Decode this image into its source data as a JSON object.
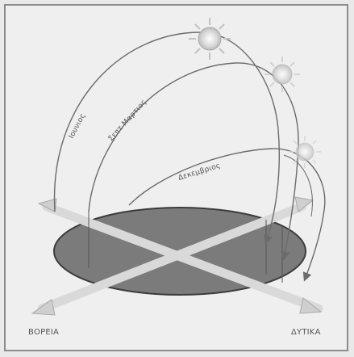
{
  "diagram": {
    "arc_labels": {
      "summer": "Ιουνιος",
      "equinox": "Σεπτ  Μαρτιος",
      "winter": "Δεκεμβριος"
    },
    "direction_labels": {
      "north": "ΒΟΡΕΙΑ",
      "west": "ΔΥΤΙΚΑ"
    },
    "colors": {
      "background": "#efefef",
      "border": "#8c8c8c",
      "ground_disk": "#7b7b7b",
      "ground_outline": "#3c3c3c",
      "axis_bars": "#d9d9d9",
      "arc_stroke": "#6b6b6b",
      "sun": "#b9b9b9"
    }
  }
}
